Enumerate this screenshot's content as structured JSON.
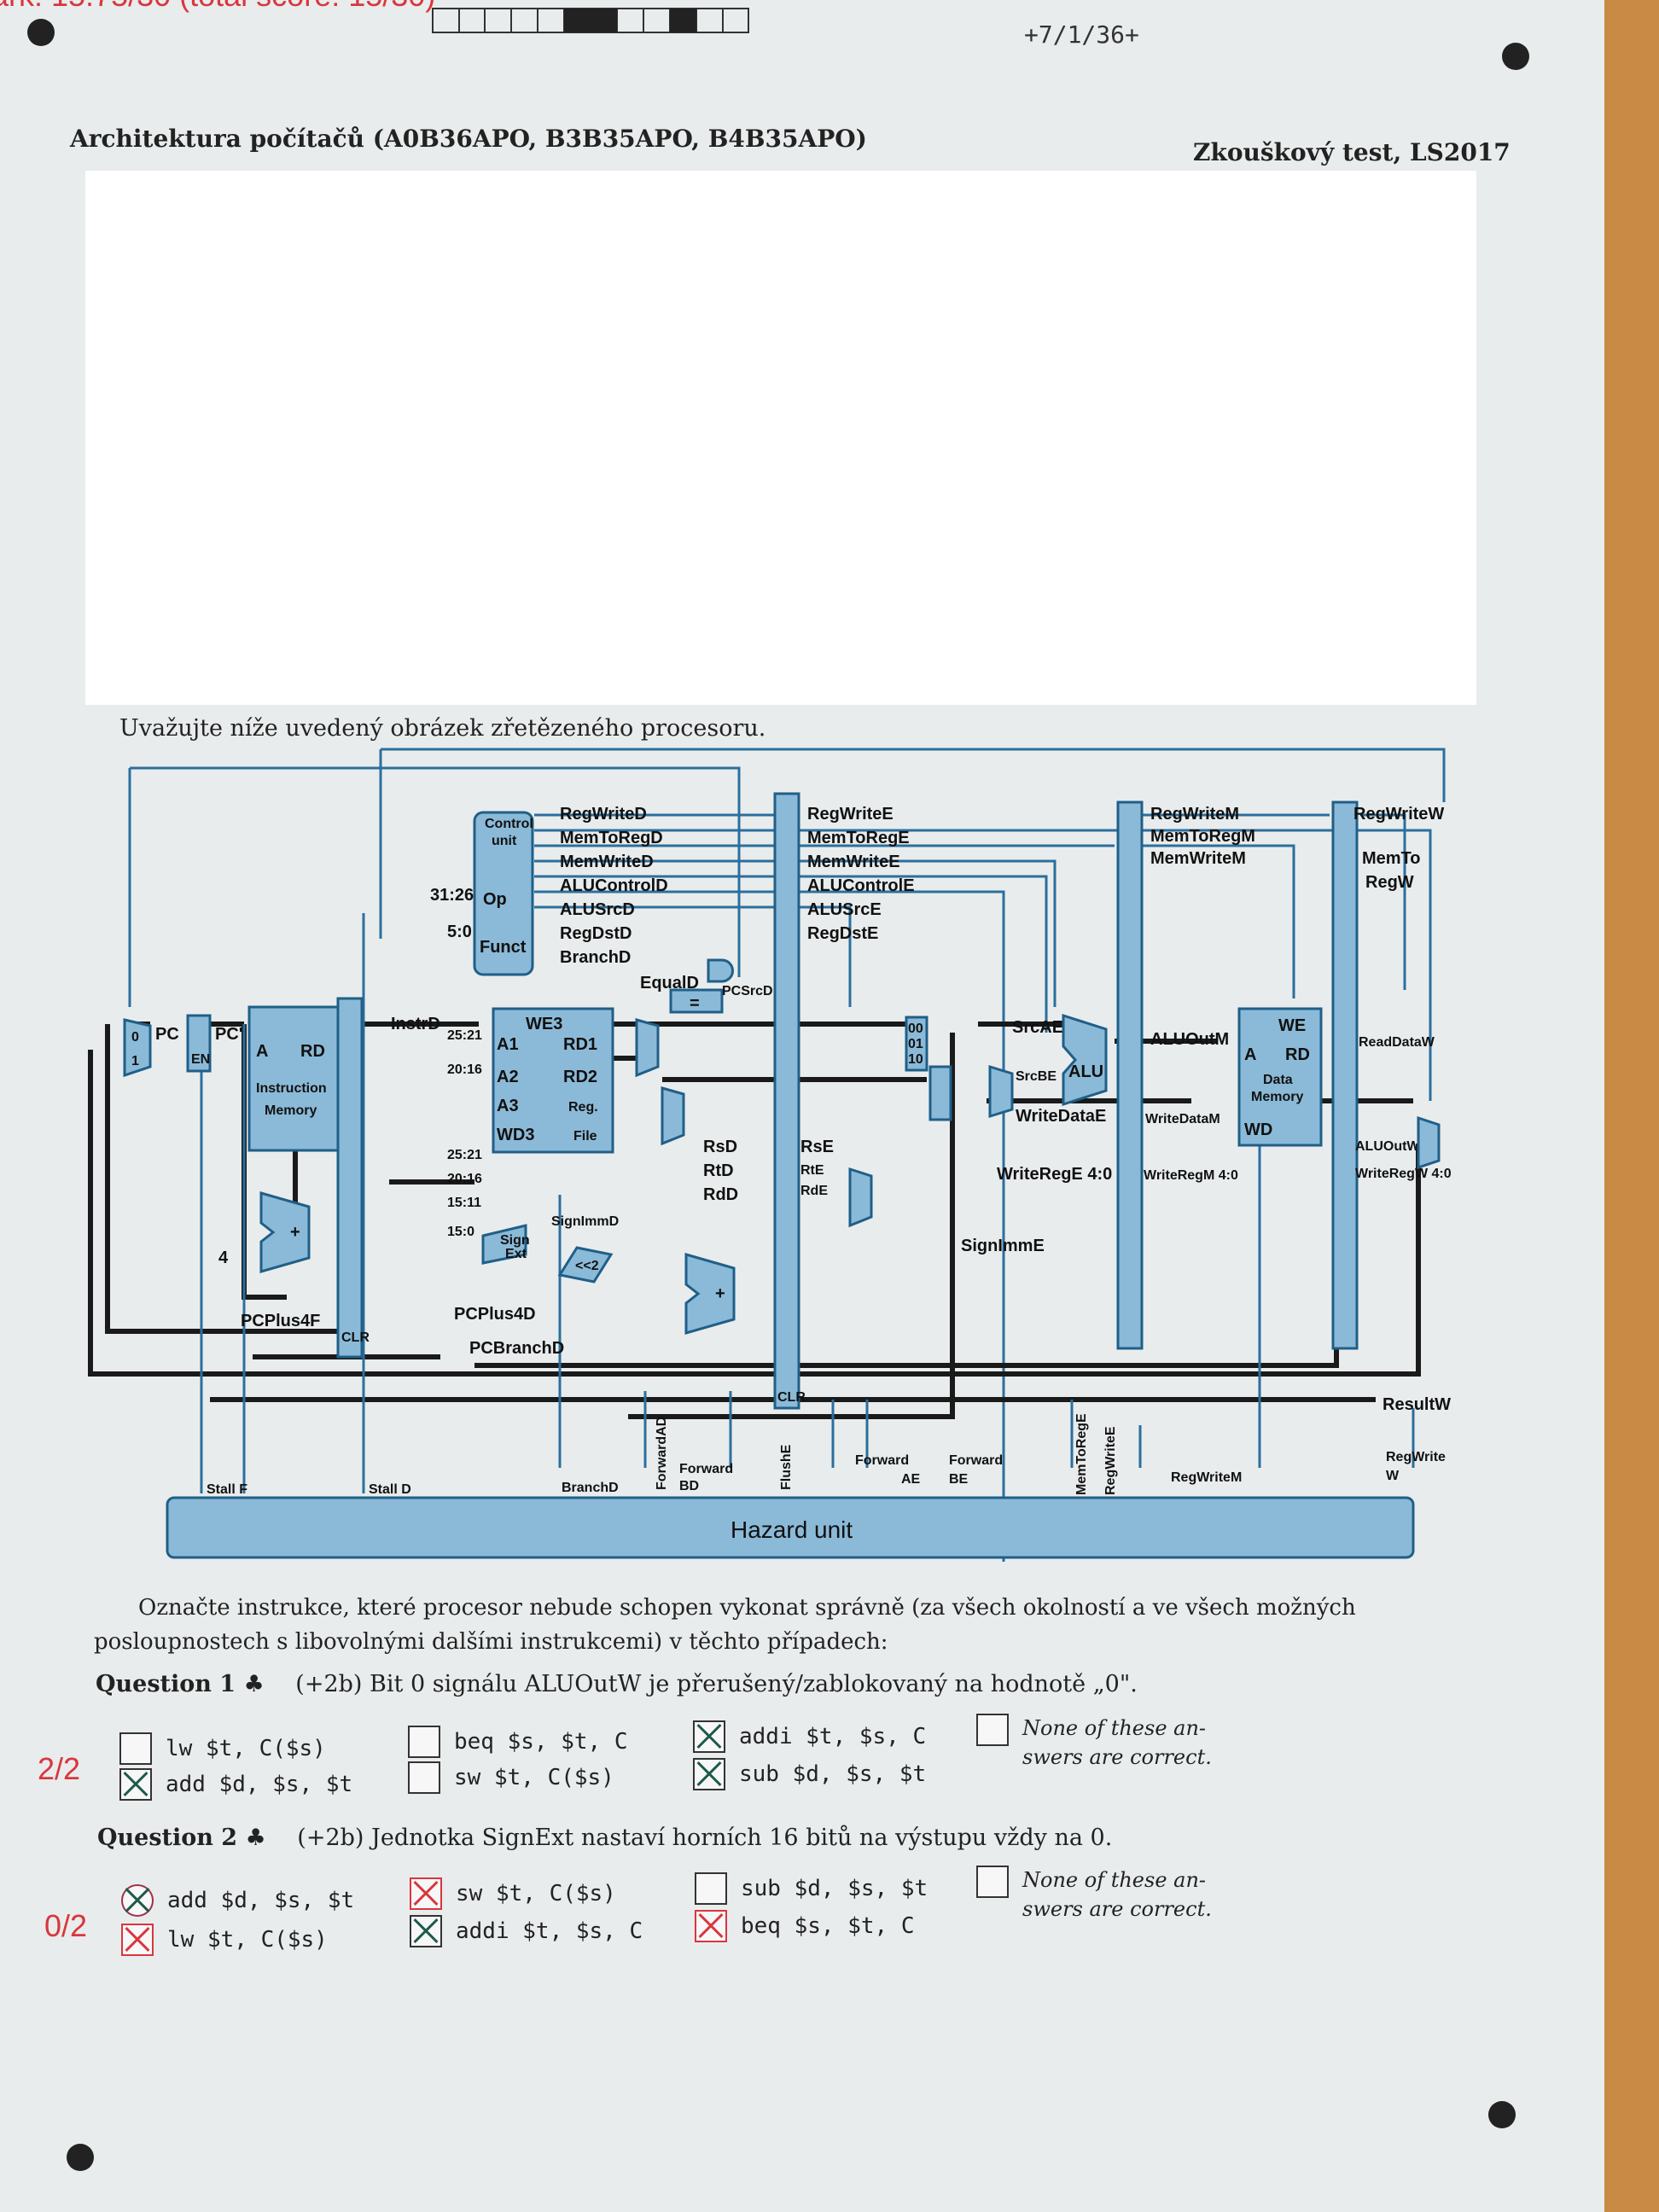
{
  "header": {
    "mark": "ark: 15.75/30 (total score: 15/30)",
    "code": "+7/1/36+",
    "course": "Architektura počítačů (A0B36APO, B3B35APO, B4B35APO)",
    "test": "Zkouškový test, LS2017"
  },
  "intro": "Uvažujte níže uvedený obrázek zřetězeného procesoru.",
  "diagram": {
    "control": [
      "Control",
      "unit"
    ],
    "op": "Op",
    "funct": "Funct",
    "bits_31_26": "31:26",
    "bits_5_0": "5:0",
    "d_signals": [
      "RegWriteD",
      "MemToRegD",
      "MemWriteD",
      "ALUControlD",
      "ALUSrcD",
      "RegDstD",
      "BranchD"
    ],
    "e_signals": [
      "RegWriteE",
      "MemToRegE",
      "MemWriteE",
      "ALUControlE",
      "ALUSrcE",
      "RegDstE"
    ],
    "m_signals": [
      "RegWriteM",
      "MemToRegM",
      "MemWriteM"
    ],
    "w_signals": [
      "RegWriteW",
      "MemTo",
      "RegW"
    ],
    "pc": "PC",
    "pc_prime": "PC'",
    "en": "EN",
    "imem": {
      "a": "A",
      "rd": "RD",
      "name1": "Instruction",
      "name2": "Memory"
    },
    "instr": "InstrD",
    "rf": {
      "we3": "WE3",
      "a1": "A1",
      "a2": "A2",
      "a3": "A3",
      "wd3": "WD3",
      "rd1": "RD1",
      "rd2": "RD2",
      "reg": "Reg.",
      "file": "File"
    },
    "fields": [
      "25:21",
      "20:16",
      "25:21",
      "20:16",
      "15:11",
      "15:0"
    ],
    "rsd": "RsD",
    "rtd": "RtD",
    "rdd": "RdD",
    "rse": "RsE",
    "rte": "RtE",
    "rde": "RdE",
    "equald": "EqualD",
    "pcsrcd": "PCSrcD",
    "eq": "=",
    "sign": "Sign",
    "ext": "Ext",
    "signimmd": "SignImmD",
    "signimme": "SignImmE",
    "shift": "<<2",
    "four": "4",
    "plus": "+",
    "pcplus4f": "PCPlus4F",
    "pcplus4d": "PCPlus4D",
    "pcbranchd": "PCBranchD",
    "srcae": "SrcAE",
    "srcbe": "SrcBE",
    "alu": "ALU",
    "writedatae": "WriteDataE",
    "writerege": "WriteRegE 4:0",
    "aluoutm": "ALUOutM",
    "writedatam": "WriteDataM",
    "writeregm": "WriteRegM 4:0",
    "dmem": {
      "we": "WE",
      "a": "A",
      "rd": "RD",
      "name1": "Data",
      "name2": "Memory",
      "wd": "WD"
    },
    "readdataw": "ReadDataW",
    "aluoutw": "ALUOutW",
    "writeregw": "WriteRegW 4:0",
    "resultw": "ResultW",
    "clr": "CLR",
    "mux0": "0",
    "mux1": "1",
    "mux00": "00",
    "mux01": "01",
    "mux10": "10",
    "hazard": "Hazard unit",
    "hz_signals": [
      "Stall F",
      "Stall D",
      "BranchD",
      "ForwardAD",
      "Forward",
      "BD",
      "FlushE",
      "Forward",
      "AE",
      "Forward",
      "BE",
      "MemToRegE",
      "RegWriteE",
      "RegWriteM",
      "RegWrite",
      "W"
    ]
  },
  "task": "Označte instrukce, které procesor nebude schopen vykonat správně (za všech okolností a ve všech možných posloupnostech s libovolnými dalšími instrukcemi) v těchto případech:",
  "questions": [
    {
      "label": "Question 1 ♣",
      "text": "(+2b) Bit 0 signálu ALUOutW je přerušený/zablokovaný na hodnotě „0\".",
      "score": "2/2",
      "options": [
        {
          "text": "lw $t, C($s)",
          "checked": false
        },
        {
          "text": "add $d, $s, $t",
          "checked": true
        },
        {
          "text": "beq $s, $t, C",
          "checked": false
        },
        {
          "text": "sw $t, C($s)",
          "checked": false
        },
        {
          "text": "addi $t, $s, C",
          "checked": true
        },
        {
          "text": "sub $d, $s, $t",
          "checked": true
        },
        {
          "text": "None of these an-",
          "text2": "swers are correct.",
          "checked": false
        }
      ]
    },
    {
      "label": "Question 2 ♣",
      "text": "(+2b) Jednotka SignExt nastaví horních 16 bitů na výstupu vždy na 0.",
      "score": "0/2",
      "options": [
        {
          "text": "add $d, $s, $t",
          "checked": true
        },
        {
          "text": "lw $t, C($s)",
          "checked": true
        },
        {
          "text": "sw $t, C($s)",
          "checked": true
        },
        {
          "text": "addi $t, $s, C",
          "checked": true
        },
        {
          "text": "sub $d, $s, $t",
          "checked": false
        },
        {
          "text": "beq $s, $t, C",
          "checked": true
        },
        {
          "text": "None of these an-",
          "text2": "swers are correct.",
          "checked": false
        }
      ]
    }
  ]
}
